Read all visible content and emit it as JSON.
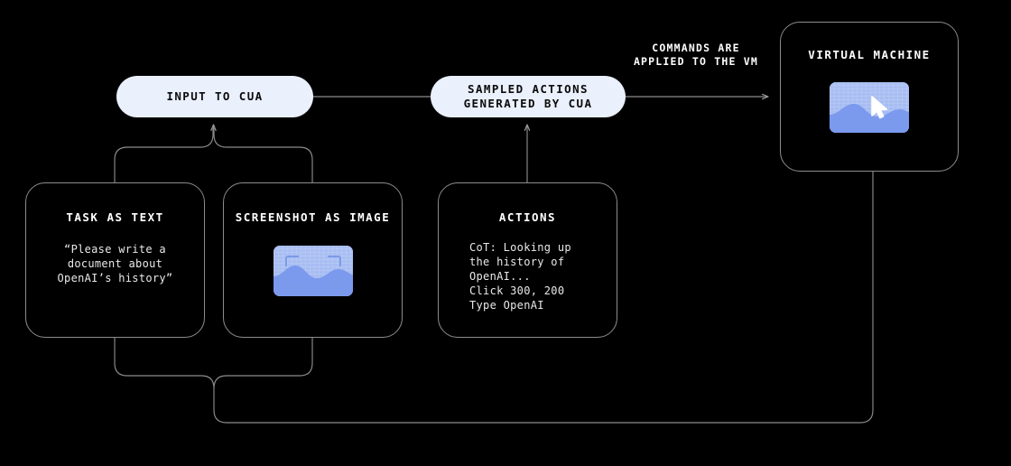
{
  "diagram": {
    "title": "CUA loop diagram",
    "background_color": "#000000",
    "line_color": "#8c8c8c",
    "pill_fill": "#eaf0fc",
    "accent_blue": "#6f8fe8"
  },
  "nodes": {
    "input_pill": {
      "label": "INPUT TO CUA"
    },
    "sampled_pill": {
      "label": "SAMPLED ACTIONS\nGENERATED BY CUA"
    },
    "task_card": {
      "title": "TASK AS TEXT",
      "body": "“Please write a\ndocument about\nOpenAI’s history”"
    },
    "screenshot_card": {
      "title": "SCREENSHOT AS IMAGE",
      "thumbnail_icon": "screenshot-thumbnail-icon"
    },
    "actions_card": {
      "title": "ACTIONS",
      "body": "CoT: Looking up\nthe history of\nOpenAI...\nClick 300, 200\nType OpenAI"
    },
    "vm_card": {
      "title": "VIRTUAL MACHINE",
      "thumbnail_icon": "vm-screen-cursor-icon"
    }
  },
  "labels": {
    "commands_to_vm": "COMMANDS ARE\nAPPLIED TO THE VM"
  }
}
